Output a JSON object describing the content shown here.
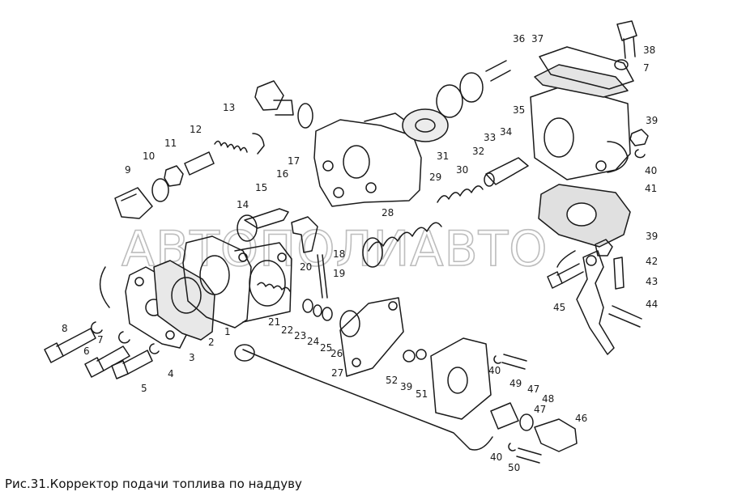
{
  "caption": "Рис.31.Корректор подачи топлива по наддуву",
  "watermark": "АВТОПОЛИАВТО",
  "part_labels": [
    "1",
    "2",
    "3",
    "4",
    "5",
    "6",
    "7",
    "7",
    "8",
    "9",
    "10",
    "11",
    "12",
    "13",
    "14",
    "15",
    "16",
    "17",
    "18",
    "19",
    "20",
    "21",
    "22",
    "23",
    "24",
    "25",
    "26",
    "27",
    "28",
    "29",
    "30",
    "31",
    "32",
    "33",
    "34",
    "35",
    "36",
    "37",
    "38",
    "39",
    "39",
    "39",
    "40",
    "40",
    "40",
    "41",
    "42",
    "43",
    "44",
    "45",
    "46",
    "47",
    "47",
    "48",
    "49",
    "50",
    "51",
    "52"
  ]
}
